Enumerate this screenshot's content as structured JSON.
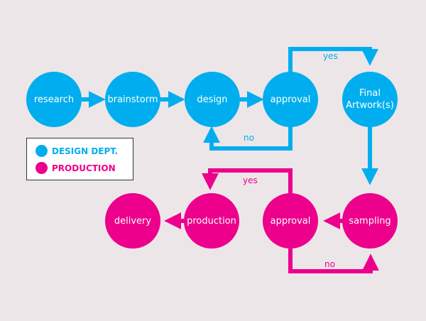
{
  "colors": {
    "design": "#00aeef",
    "production": "#ec008c"
  },
  "nodes": {
    "research": "research",
    "brainstorm": "brainstorm",
    "design": "design",
    "approval_top": "approval",
    "final_artwork_line1": "Final",
    "final_artwork_line2": "Artwork(s)",
    "sampling": "sampling",
    "approval_bottom": "approval",
    "production": "production",
    "delivery": "delivery"
  },
  "edge_labels": {
    "top_yes": "yes",
    "top_no": "no",
    "bottom_yes": "yes",
    "bottom_no": "no"
  },
  "legend": {
    "design": "DESIGN DEPT.",
    "production": "PRODUCTION"
  }
}
